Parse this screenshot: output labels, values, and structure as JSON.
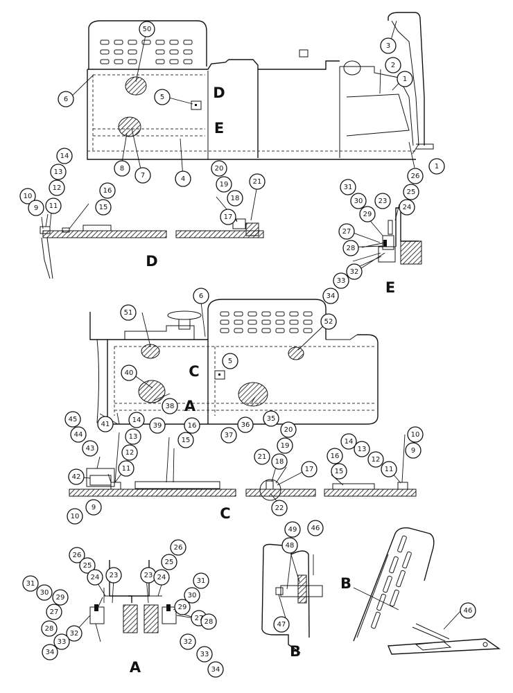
{
  "views": {
    "D": "D",
    "E": "E",
    "C": "C",
    "A": "A",
    "B": "B"
  },
  "top_view_labels": {
    "d": "D",
    "e": "E"
  },
  "mid_view_labels": {
    "c": "C",
    "a": "A"
  },
  "detail_b_label": "B",
  "callouts": [
    {
      "id": "c50",
      "text": "50"
    },
    {
      "id": "c3",
      "text": "3"
    },
    {
      "id": "c2",
      "text": "2"
    },
    {
      "id": "c1a",
      "text": "1"
    },
    {
      "id": "c6a",
      "text": "6"
    },
    {
      "id": "c5a",
      "text": "5"
    },
    {
      "id": "c8a",
      "text": "8"
    },
    {
      "id": "c7a",
      "text": "7"
    },
    {
      "id": "c4",
      "text": "4"
    },
    {
      "id": "c1b",
      "text": "1"
    },
    {
      "id": "dv14",
      "text": "14"
    },
    {
      "id": "dv13",
      "text": "13"
    },
    {
      "id": "dv12",
      "text": "12"
    },
    {
      "id": "dv11",
      "text": "11"
    },
    {
      "id": "dv10",
      "text": "10"
    },
    {
      "id": "dv9",
      "text": "9"
    },
    {
      "id": "dv16",
      "text": "16"
    },
    {
      "id": "dv15",
      "text": "15"
    },
    {
      "id": "dv20",
      "text": "20"
    },
    {
      "id": "dv19",
      "text": "19"
    },
    {
      "id": "dv18",
      "text": "18"
    },
    {
      "id": "dv17",
      "text": "17"
    },
    {
      "id": "dv21",
      "text": "21"
    },
    {
      "id": "ev31",
      "text": "31"
    },
    {
      "id": "ev30",
      "text": "30"
    },
    {
      "id": "ev29",
      "text": "29"
    },
    {
      "id": "ev23",
      "text": "23"
    },
    {
      "id": "ev26",
      "text": "26"
    },
    {
      "id": "ev25",
      "text": "25"
    },
    {
      "id": "ev24",
      "text": "24"
    },
    {
      "id": "ev27",
      "text": "27"
    },
    {
      "id": "ev28",
      "text": "28"
    },
    {
      "id": "ev32",
      "text": "32"
    },
    {
      "id": "ev33",
      "text": "33"
    },
    {
      "id": "ev34",
      "text": "34"
    },
    {
      "id": "m6",
      "text": "6"
    },
    {
      "id": "m51",
      "text": "51"
    },
    {
      "id": "m52",
      "text": "52"
    },
    {
      "id": "m5",
      "text": "5"
    },
    {
      "id": "m40",
      "text": "40"
    },
    {
      "id": "m45",
      "text": "45"
    },
    {
      "id": "m44",
      "text": "44"
    },
    {
      "id": "m41",
      "text": "41"
    },
    {
      "id": "m38",
      "text": "38"
    },
    {
      "id": "m39",
      "text": "39"
    },
    {
      "id": "m37",
      "text": "37"
    },
    {
      "id": "m36",
      "text": "36"
    },
    {
      "id": "m35",
      "text": "35"
    },
    {
      "id": "cv14",
      "text": "14"
    },
    {
      "id": "cv13",
      "text": "13"
    },
    {
      "id": "cv12",
      "text": "12"
    },
    {
      "id": "cv11",
      "text": "11"
    },
    {
      "id": "cv43",
      "text": "43"
    },
    {
      "id": "cv42",
      "text": "42"
    },
    {
      "id": "cv10",
      "text": "10"
    },
    {
      "id": "cv9",
      "text": "9"
    },
    {
      "id": "cv16",
      "text": "16"
    },
    {
      "id": "cv15",
      "text": "15"
    },
    {
      "id": "cv20",
      "text": "20"
    },
    {
      "id": "cv19",
      "text": "19"
    },
    {
      "id": "cv21",
      "text": "21"
    },
    {
      "id": "cv18",
      "text": "18"
    },
    {
      "id": "cv17",
      "text": "17"
    },
    {
      "id": "cv22",
      "text": "22"
    },
    {
      "id": "cv14b",
      "text": "14"
    },
    {
      "id": "cv13b",
      "text": "13"
    },
    {
      "id": "cv12b",
      "text": "12"
    },
    {
      "id": "cv16b",
      "text": "16"
    },
    {
      "id": "cv15b",
      "text": "15"
    },
    {
      "id": "cv11b",
      "text": "11"
    },
    {
      "id": "cv10b",
      "text": "10"
    },
    {
      "id": "cv9b",
      "text": "9"
    },
    {
      "id": "a26",
      "text": "26"
    },
    {
      "id": "a25",
      "text": "25"
    },
    {
      "id": "a24",
      "text": "24"
    },
    {
      "id": "a23",
      "text": "23"
    },
    {
      "id": "a31",
      "text": "31"
    },
    {
      "id": "a30",
      "text": "30"
    },
    {
      "id": "a29",
      "text": "29"
    },
    {
      "id": "a27",
      "text": "27"
    },
    {
      "id": "a28",
      "text": "28"
    },
    {
      "id": "a32",
      "text": "32"
    },
    {
      "id": "a33",
      "text": "33"
    },
    {
      "id": "a34",
      "text": "34"
    },
    {
      "id": "a23r",
      "text": "23"
    },
    {
      "id": "a26r",
      "text": "26"
    },
    {
      "id": "a25r",
      "text": "25"
    },
    {
      "id": "a24r",
      "text": "24"
    },
    {
      "id": "a31r",
      "text": "31"
    },
    {
      "id": "a30r",
      "text": "30"
    },
    {
      "id": "a29r",
      "text": "29"
    },
    {
      "id": "a27r",
      "text": "27"
    },
    {
      "id": "a28r",
      "text": "28"
    },
    {
      "id": "a32r",
      "text": "32"
    },
    {
      "id": "a33r",
      "text": "33"
    },
    {
      "id": "a34r",
      "text": "34"
    },
    {
      "id": "b49",
      "text": "49"
    },
    {
      "id": "b48",
      "text": "48"
    },
    {
      "id": "b46",
      "text": "46"
    },
    {
      "id": "b47",
      "text": "47"
    },
    {
      "id": "p46",
      "text": "46"
    }
  ]
}
